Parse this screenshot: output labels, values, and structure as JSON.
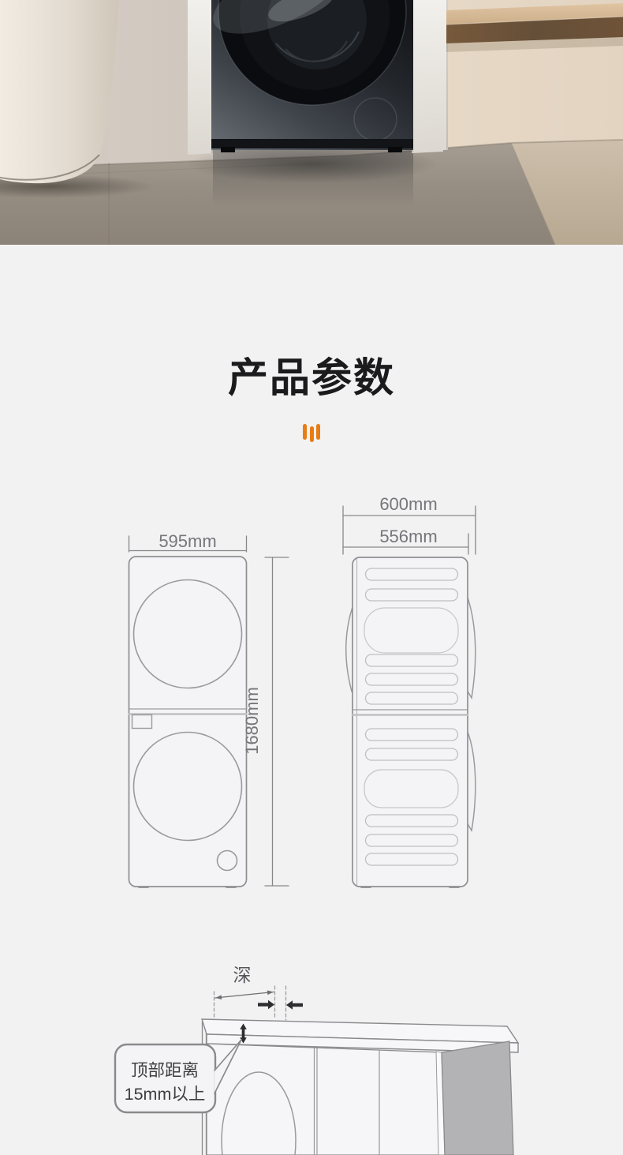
{
  "page": {
    "background": "#f2f2f3",
    "accent": "#e87d15"
  },
  "title_section": {
    "title": "产品参数"
  },
  "dimensions": {
    "front": {
      "width": "595mm",
      "height": "1680mm"
    },
    "side": {
      "total_depth": "600mm",
      "body_depth": "556mm"
    }
  },
  "installation": {
    "depth_label": "深",
    "callout": {
      "line1": "顶部距离",
      "line2": "15mm以上"
    }
  }
}
